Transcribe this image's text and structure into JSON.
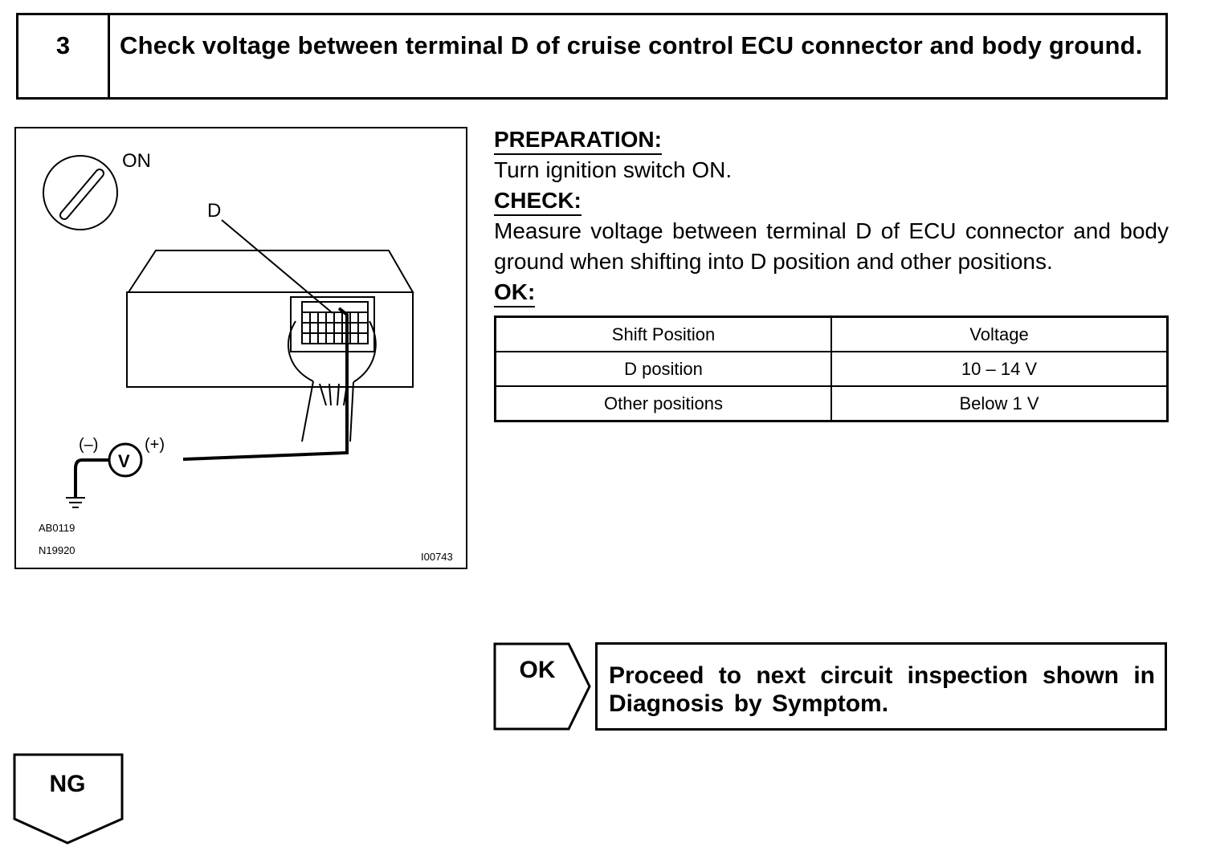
{
  "step": {
    "number": "3",
    "title": "Check voltage between terminal D of cruise control ECU connector and body ground."
  },
  "diagram": {
    "ignition_label": "ON",
    "terminal_label": "D",
    "minus_label": "(–)",
    "plus_label": "(+)",
    "meter_label": "V",
    "code_1": "AB0119",
    "code_2": "N19920",
    "code_3": "I00743"
  },
  "preparation": {
    "heading": "PREPARATION:",
    "text": "Turn ignition switch ON."
  },
  "check": {
    "heading": "CHECK:",
    "text": "Measure voltage between terminal D of ECU connector and body ground when shifting into D position and other positions."
  },
  "ok_section": {
    "heading": "OK:",
    "table": {
      "headers": [
        "Shift Position",
        "Voltage"
      ],
      "rows": [
        [
          "D position",
          "10 – 14 V"
        ],
        [
          "Other positions",
          "Below 1 V"
        ]
      ]
    }
  },
  "result_ok": {
    "label": "OK",
    "text": "Proceed to next circuit inspection shown in Diagnosis by Symptom."
  },
  "result_ng": {
    "label": "NG"
  }
}
